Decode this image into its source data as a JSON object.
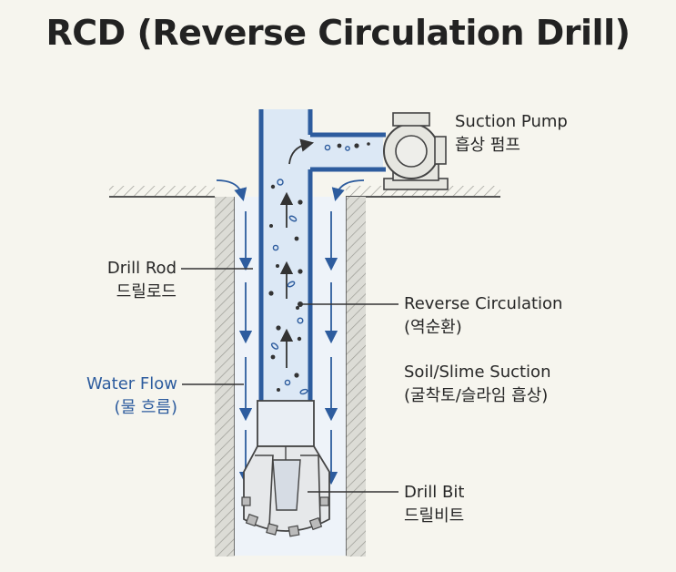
{
  "title": "RCD (Reverse Circulation Drill)",
  "labels": {
    "suction_pump": {
      "en": "Suction Pump",
      "ko": "흡상 펌프"
    },
    "drill_rod": {
      "en": "Drill Rod",
      "ko": "드릴로드"
    },
    "water_flow": {
      "en": "Water Flow",
      "ko": "(물 흐름)"
    },
    "reverse_circulation": {
      "en": "Reverse Circulation",
      "ko": "(역순환)"
    },
    "soil_suction": {
      "en": "Soil/Slime Suction",
      "ko": "(굴착토/슬라임 흡상)"
    },
    "drill_bit": {
      "en": "Drill Bit",
      "ko": "드릴비트"
    }
  },
  "colors": {
    "pipe_blue": "#2d5c9e",
    "fluid_blue": "#dce8f5",
    "ground_gray": "#dcdcd6",
    "hatch_gray": "#9a9a94",
    "text_dark": "#262626"
  }
}
